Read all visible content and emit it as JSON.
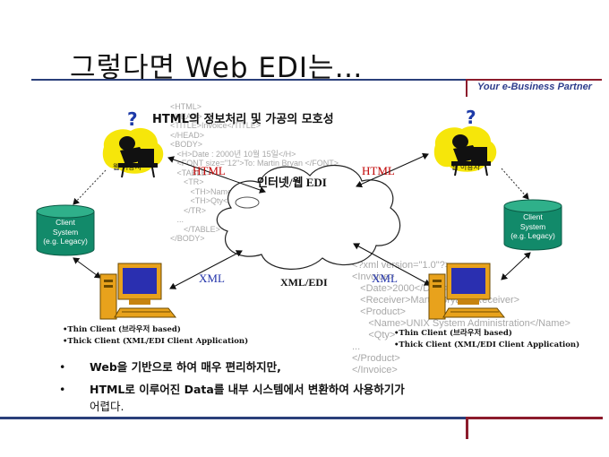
{
  "header": {
    "title": "그렇다면 Web EDI는…",
    "tagline": "Your e-Business Partner"
  },
  "diagram": {
    "heading": "HTML의 정보처리 및 가공의 모호성",
    "center_label": "인터넷/웹 EDI",
    "xml_edi_label": "XML/EDI",
    "left_html_label": "HTML",
    "right_html_label": "HTML",
    "left_xml_label": "XML",
    "right_xml_label": "XML",
    "left_user_caption": "웹 이용자",
    "right_user_caption": "웹 이용자",
    "left_db": [
      "Client",
      "System",
      "(e.g. Legacy)"
    ],
    "right_db": [
      "Client",
      "System",
      "(e.g. Legacy)"
    ],
    "html_code": "<HTML>\n<HEAD>\n<TITLE>Invoice</TITLE>\n</HEAD>\n<BODY>\n   <H>Date : 2000년 10월 15일</H>\n   <FONT size=\"12\">To: Martin Bryan </FONT>\n   <TABLE>\n      <TR>\n         <TH>Name</TH>\n         <TH>Qty</TH>\n      </TR>\n   ...\n      </TABLE>\n</BODY>",
    "xml_code": "<?xml version=\"1.0\"?>\n<Invoice>\n   <Date>2000</Date>\n   <Receiver>Martin Bryan</Receiver>\n   <Product>\n      <Name>UNIX System Administration</Name>\n      <Qty>\n...\n</Product>\n</Invoice>",
    "left_client_notes": [
      "•Thin Client (브라우저 based)",
      "•Thick Client (XML/EDI Client Application)"
    ],
    "right_client_notes": [
      "•Thin Client (브라우저 based)",
      "•Thick Client (XML/EDI Client Application)"
    ]
  },
  "bullets": [
    {
      "marker": "•",
      "line1": "Web을 기반으로 하여 매우 편리하지만,",
      "line2": ""
    },
    {
      "marker": "•",
      "line1": "HTML로 이루어진 Data를 내부 시스템에서 변환하여 사용하기가",
      "line2": "어렵다."
    }
  ],
  "colors": {
    "accent_blue": "#2a3f7a",
    "accent_red": "#8c1c2c",
    "db_green": "#128a6a",
    "figure_yellow": "#f6e60a"
  }
}
